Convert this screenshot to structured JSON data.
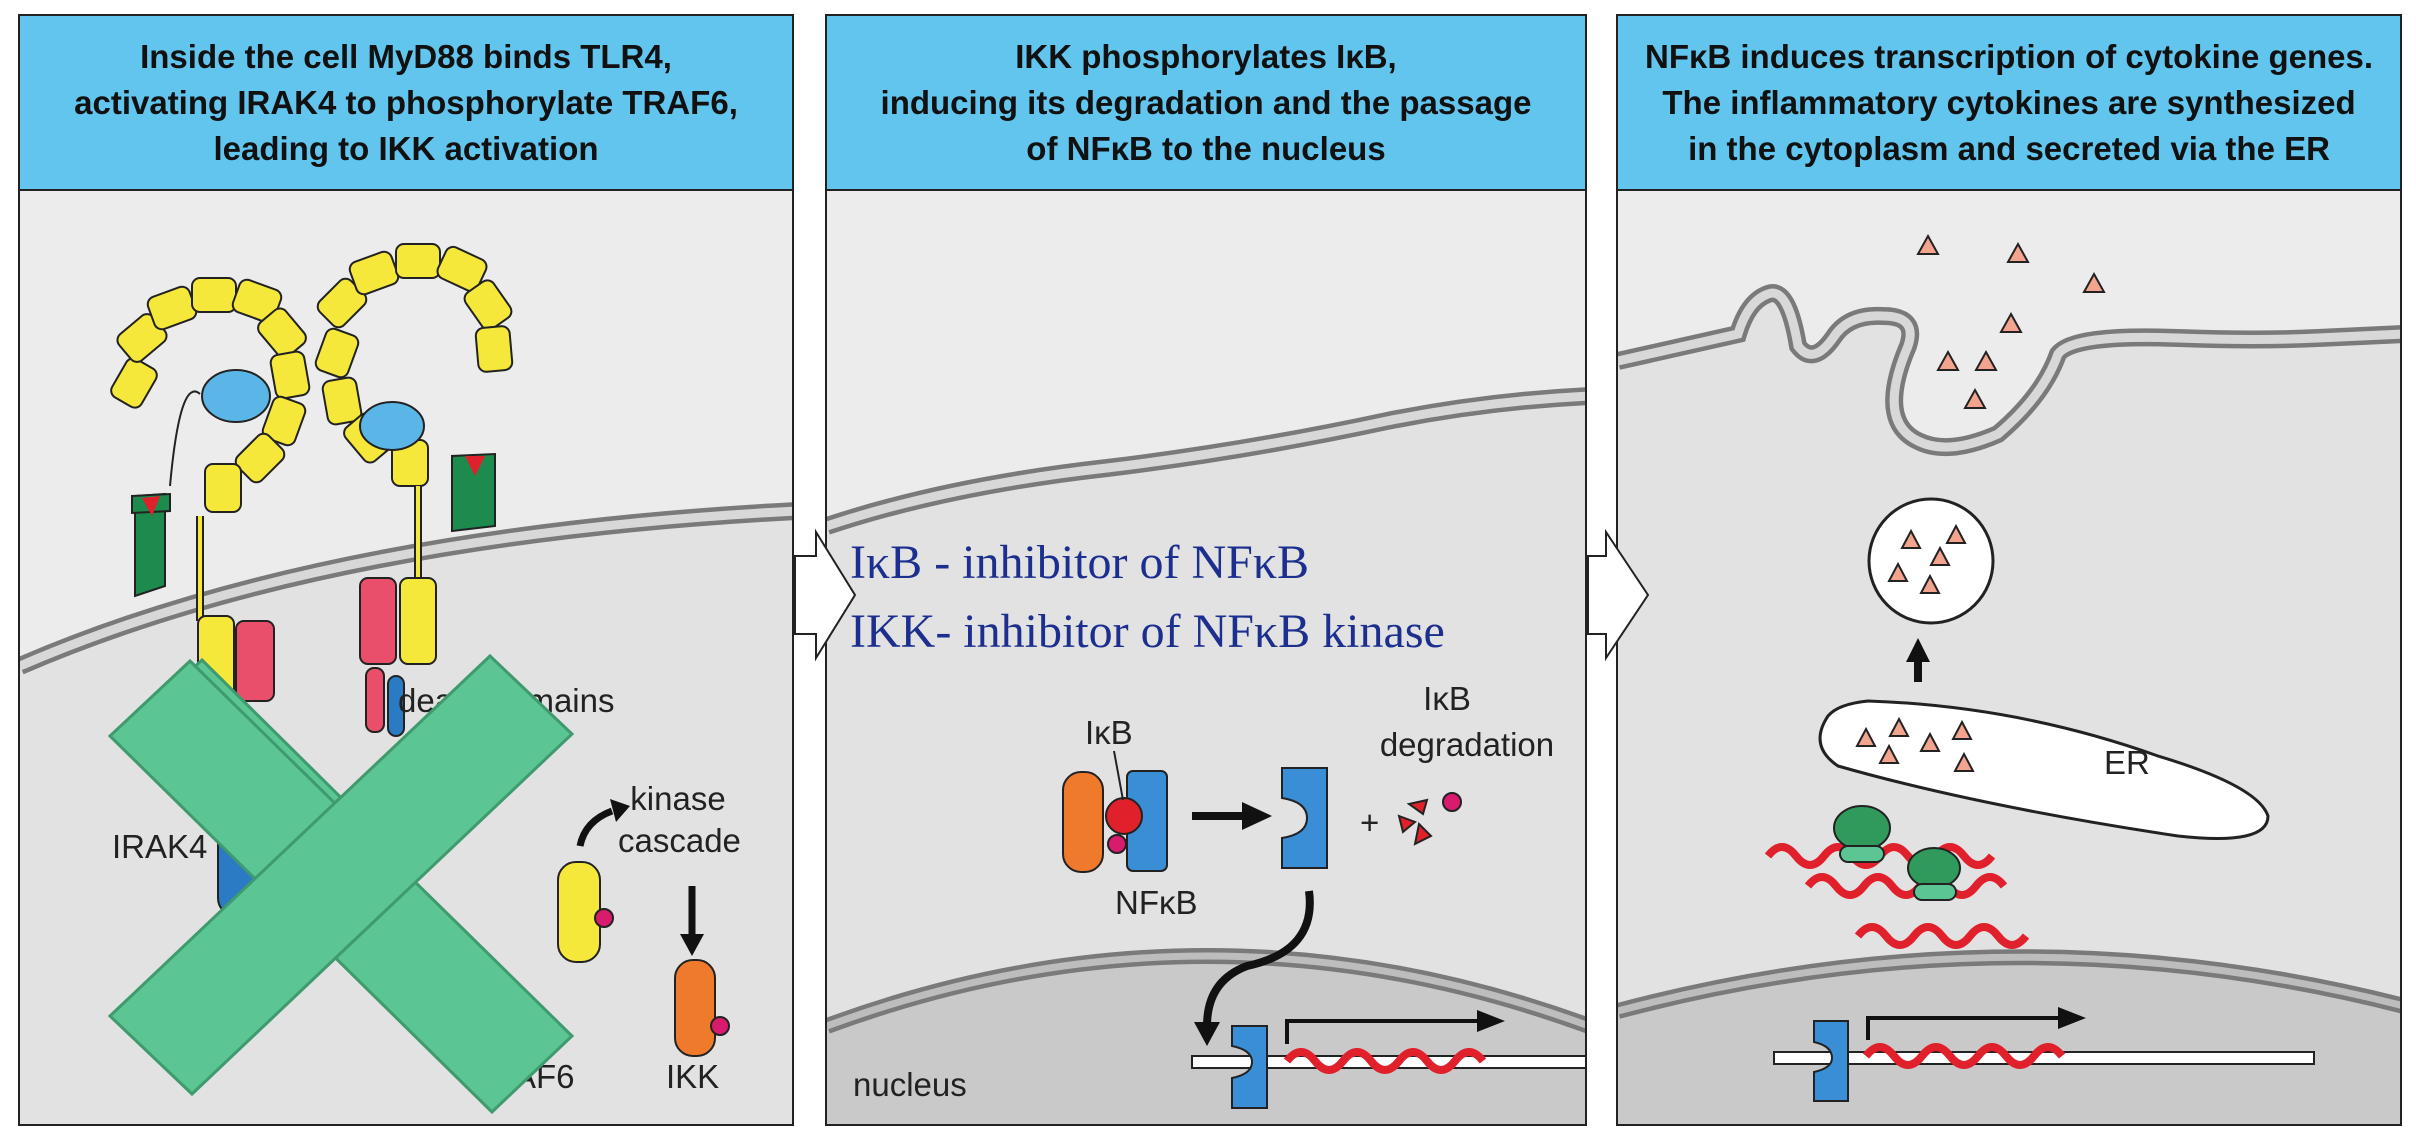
{
  "panels": [
    {
      "header": [
        "Inside the cell MyD88 binds TLR4,",
        "activating IRAK4 to phosphorylate TRAF6,",
        "leading to IKK activation"
      ],
      "labels": {
        "death_domains": "death domains",
        "irak4": "IRAK4",
        "kinase_cascade_1": "kinase",
        "kinase_cascade_2": "cascade",
        "traf6": "TRAF6",
        "ikk": "IKK"
      }
    },
    {
      "header": [
        "IKK phosphorylates IκB,",
        "inducing its degradation and the passage",
        "of NFκB to the nucleus"
      ],
      "labels": {
        "ikb": "IκB",
        "nfkb": "NFκB",
        "ikb_deg_1": "IκB",
        "ikb_deg_2": "degradation",
        "plus": "+",
        "nucleus": "nucleus"
      }
    },
    {
      "header": [
        "NFκB induces transcription of cytokine genes.",
        "The inflammatory cytokines are synthesized",
        "in the cytoplasm and secreted via the ER"
      ],
      "labels": {
        "er": "ER"
      }
    }
  ],
  "definitions": {
    "line1": "IκB - inhibitor of NFκB",
    "line2": "IKK- inhibitor of NFκB kinase"
  },
  "colors": {
    "header_bg": "#62c5ee",
    "cytoplasm": "#e2e2e2",
    "nucleus": "#c9c9c9",
    "receptor_yellow": "#f6e83a",
    "md2_blue": "#5bb6e8",
    "cd14_green": "#1d8a4e",
    "irak_blue": "#2a7bc4",
    "traf_pink": "#e94f6a",
    "ikk_orange": "#f07a2c",
    "phosphate": "#d81b6c",
    "mrna_red": "#e0202a",
    "ribosome_green": "#2f9a5c",
    "cross_overlay": "#5cc594",
    "definition_text": "#1c2f8f"
  }
}
